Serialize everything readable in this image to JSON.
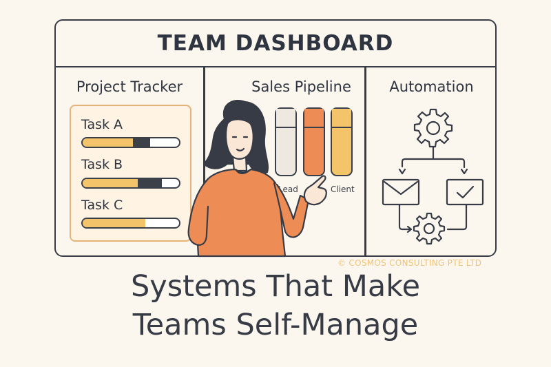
{
  "dashboard": {
    "title": "TEAM DASHBOARD",
    "panels": {
      "project_tracker": {
        "title": "Project Tracker",
        "tasks": [
          {
            "label": "Task A",
            "progress": 0.52,
            "dark_segment": 0.18
          },
          {
            "label": "Task B",
            "progress": 0.57,
            "dark_segment": 0.25
          },
          {
            "label": "Task C",
            "progress": 0.65,
            "dark_segment": 0.0
          }
        ]
      },
      "sales_pipeline": {
        "title": "Sales Pipeline",
        "stages": [
          {
            "fill": 0.72,
            "color": "#eee8e0"
          },
          {
            "fill": 0.72,
            "color": "#ee8c55"
          },
          {
            "fill": 0.72,
            "color": "#f4c46a"
          }
        ],
        "left_label": "Lead",
        "right_label": "Client"
      },
      "automation": {
        "title": "Automation",
        "icons": [
          "gear-icon",
          "mail-icon",
          "check-icon",
          "gear-icon"
        ]
      }
    }
  },
  "colors": {
    "background": "#fcf7ee",
    "ink": "#363b45",
    "accent_orange": "#ee8c55",
    "accent_yellow": "#f4c46a"
  },
  "copyright": "© COSMOS CONSULTING PTE LTD",
  "headline": {
    "line1": "Systems That Make",
    "line2": "Teams Self-Manage"
  }
}
